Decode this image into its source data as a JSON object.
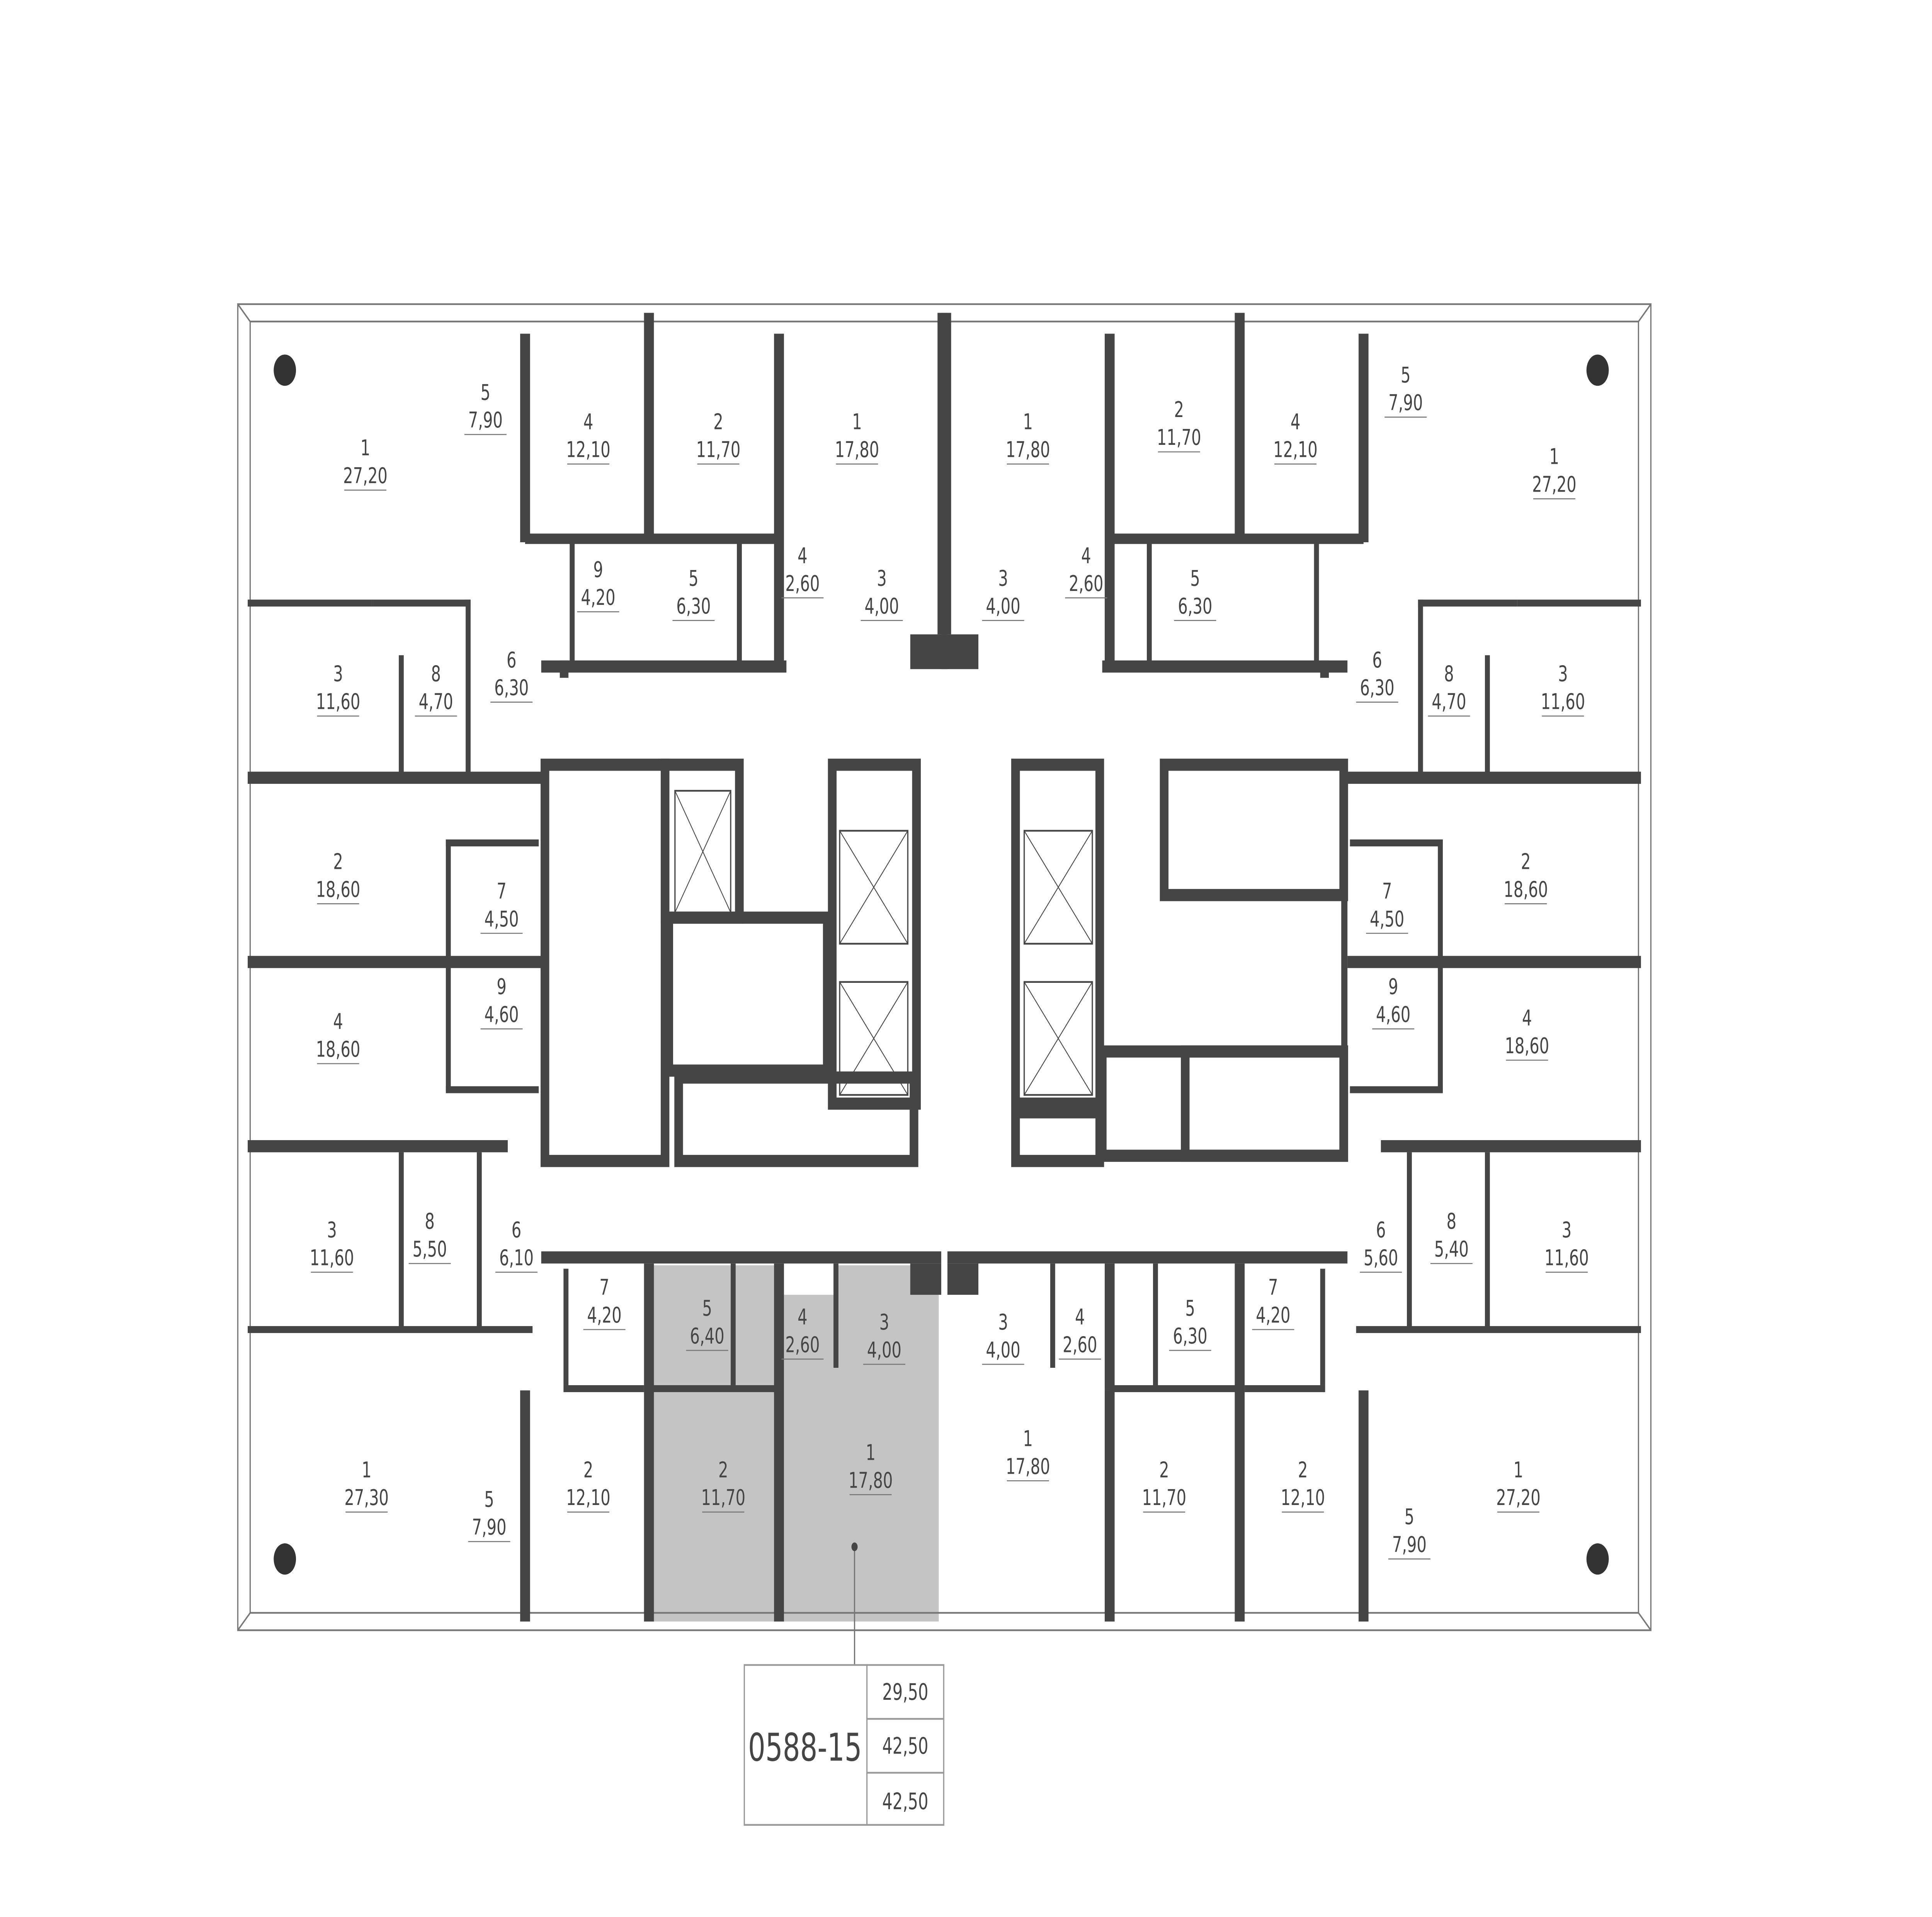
{
  "colors": {
    "wall": "#454545",
    "highlight": "#c4c4c4",
    "thin": "#777777"
  },
  "rooms": [
    {
      "n": "1",
      "area": "27,20"
    },
    {
      "n": "5",
      "area": "7,90"
    },
    {
      "n": "4",
      "area": "12,10"
    },
    {
      "n": "9",
      "area": "4,20"
    },
    {
      "n": "3",
      "area": "11,60"
    },
    {
      "n": "8",
      "area": "4,70"
    },
    {
      "n": "6",
      "area": "6,30"
    },
    {
      "n": "2",
      "area": "18,60"
    },
    {
      "n": "7",
      "area": "4,50"
    },
    {
      "n": "4",
      "area": "18,60"
    },
    {
      "n": "9",
      "area": "4,60"
    },
    {
      "n": "2",
      "area": "11,70"
    },
    {
      "n": "1",
      "area": "17,80"
    },
    {
      "n": "5",
      "area": "6,30"
    },
    {
      "n": "4",
      "area": "2,60"
    },
    {
      "n": "3",
      "area": "4,00"
    },
    {
      "n": "1",
      "area": "17,80"
    },
    {
      "n": "2",
      "area": "11,70"
    },
    {
      "n": "3",
      "area": "4,00"
    },
    {
      "n": "4",
      "area": "2,60"
    },
    {
      "n": "5",
      "area": "6,30"
    },
    {
      "n": "4",
      "area": "12,10"
    },
    {
      "n": "5",
      "area": "7,90"
    },
    {
      "n": "1",
      "area": "27,20"
    },
    {
      "n": "6",
      "area": "6,30"
    },
    {
      "n": "8",
      "area": "4,70"
    },
    {
      "n": "3",
      "area": "11,60"
    },
    {
      "n": "2",
      "area": "18,60"
    },
    {
      "n": "7",
      "area": "4,50"
    },
    {
      "n": "9",
      "area": "4,60"
    },
    {
      "n": "4",
      "area": "18,60"
    },
    {
      "n": "3",
      "area": "11,60"
    },
    {
      "n": "8",
      "area": "5,50"
    },
    {
      "n": "6",
      "area": "6,10"
    },
    {
      "n": "7",
      "area": "4,20"
    },
    {
      "n": "5",
      "area": "6,40"
    },
    {
      "n": "4",
      "area": "2,60"
    },
    {
      "n": "3",
      "area": "4,00"
    },
    {
      "n": "1",
      "area": "27,30"
    },
    {
      "n": "5",
      "area": "7,90"
    },
    {
      "n": "2",
      "area": "12,10"
    },
    {
      "n": "2",
      "area": "11,70"
    },
    {
      "n": "1",
      "area": "17,80"
    },
    {
      "n": "3",
      "area": "4,00"
    },
    {
      "n": "4",
      "area": "2,60"
    },
    {
      "n": "5",
      "area": "6,30"
    },
    {
      "n": "7",
      "area": "4,20"
    },
    {
      "n": "6",
      "area": "5,60"
    },
    {
      "n": "8",
      "area": "5,40"
    },
    {
      "n": "3",
      "area": "11,60"
    },
    {
      "n": "1",
      "area": "17,80"
    },
    {
      "n": "2",
      "area": "11,70"
    },
    {
      "n": "2",
      "area": "12,10"
    },
    {
      "n": "5",
      "area": "7,90"
    },
    {
      "n": "1",
      "area": "27,20"
    }
  ],
  "info_box": {
    "unit_id": "0588-15",
    "values": [
      "29,50",
      "42,50",
      "42,50"
    ]
  }
}
